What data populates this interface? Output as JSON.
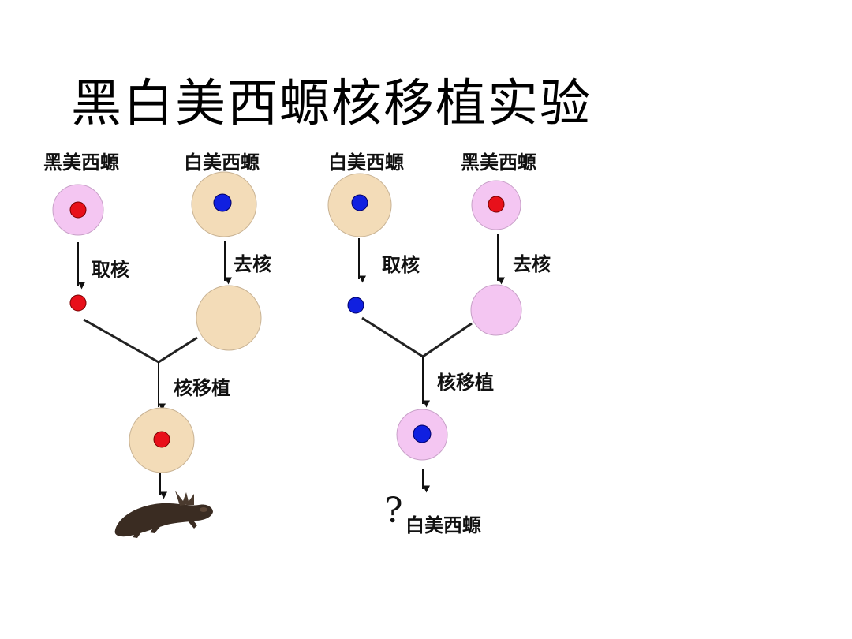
{
  "title": "黑白美西螈核移植实验",
  "left": {
    "donor_label": "黑美西螈",
    "recipient_label": "白美西螈",
    "extract_label": "取核",
    "enucleate_label": "去核",
    "transplant_label": "核移植"
  },
  "right": {
    "donor_label": "白美西螈",
    "recipient_label": "黑美西螈",
    "extract_label": "取核",
    "enucleate_label": "去核",
    "transplant_label": "核移植",
    "question_mark": "?",
    "result_label": "白美西螈"
  },
  "colors": {
    "black_axolotl_cytoplasm": "#f4c6f2",
    "white_axolotl_cytoplasm": "#f3dcb8",
    "black_nucleus": "#e8101a",
    "white_nucleus": "#1020e0"
  }
}
